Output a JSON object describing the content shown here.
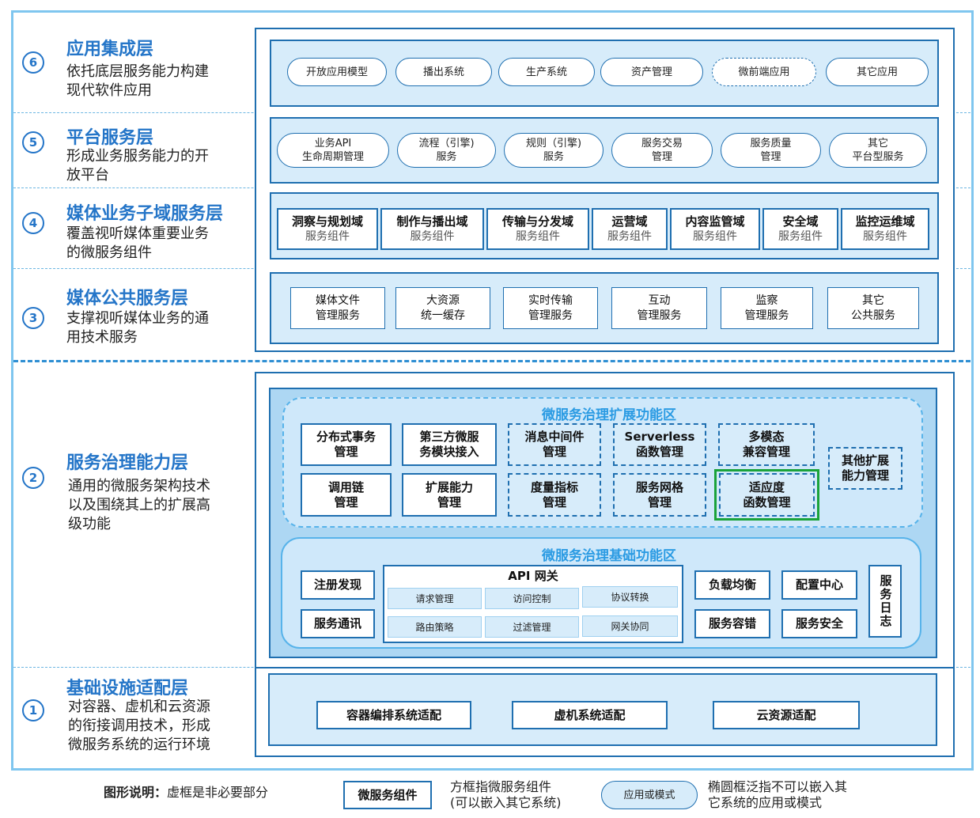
{
  "layers": [
    {
      "num": "6",
      "title": "应用集成层",
      "desc": [
        "依托底层服务能力构建",
        "现代软件应用"
      ]
    },
    {
      "num": "5",
      "title": "平台服务层",
      "desc": [
        "形成业务服务能力的开",
        "放平台"
      ]
    },
    {
      "num": "4",
      "title": "媒体业务子域服务层",
      "desc": [
        "覆盖视听媒体重要业务",
        "的微服务组件"
      ]
    },
    {
      "num": "3",
      "title": "媒体公共服务层",
      "desc": [
        "支撑视听媒体业务的通",
        "用技术服务"
      ]
    },
    {
      "num": "2",
      "title": "服务治理能力层",
      "desc": [
        "通用的微服务架构技术",
        "以及围绕其上的扩展高",
        "级功能"
      ]
    },
    {
      "num": "1",
      "title": "基础设施适配层",
      "desc": [
        "对容器、虚机和云资源",
        "的衔接调用技术，形成",
        "微服务系统的运行环境"
      ]
    }
  ],
  "app_layer": [
    "开放应用模型",
    "播出系统",
    "生产系统",
    "资产管理",
    "微前端应用",
    "其它应用"
  ],
  "platform_layer": [
    [
      "业务API",
      "生命周期管理"
    ],
    [
      "流程（引擎)",
      "服务"
    ],
    [
      "规则（引擎)",
      "服务"
    ],
    [
      "服务交易",
      "管理"
    ],
    [
      "服务质量",
      "管理"
    ],
    [
      "其它",
      "平台型服务"
    ]
  ],
  "domain_layer": [
    {
      "name": "洞察与规划域",
      "sub": "服务组件"
    },
    {
      "name": "制作与播出域",
      "sub": "服务组件"
    },
    {
      "name": "传输与分发域",
      "sub": "服务组件"
    },
    {
      "name": "运营域",
      "sub": "服务组件"
    },
    {
      "name": "内容监管域",
      "sub": "服务组件"
    },
    {
      "name": "安全域",
      "sub": "服务组件"
    },
    {
      "name": "监控运维域",
      "sub": "服务组件"
    }
  ],
  "public_layer": [
    [
      "媒体文件",
      "管理服务"
    ],
    [
      "大资源",
      "统一缓存"
    ],
    [
      "实时传输",
      "管理服务"
    ],
    [
      "互动",
      "管理服务"
    ],
    [
      "监察",
      "管理服务"
    ],
    [
      "其它",
      "公共服务"
    ]
  ],
  "ext_zone": {
    "title": "微服务治理扩展功能区",
    "items": [
      [
        "分布式事务",
        "管理"
      ],
      [
        "第三方微服",
        "务模块接入"
      ],
      [
        "消息中间件",
        "管理"
      ],
      [
        "Serverless",
        "函数管理"
      ],
      [
        "多模态",
        "兼容管理"
      ],
      [
        "调用链",
        "管理"
      ],
      [
        "扩展能力",
        "管理"
      ],
      [
        "度量指标",
        "管理"
      ],
      [
        "服务网格",
        "管理"
      ],
      [
        "适应度",
        "函数管理"
      ],
      [
        "其他扩展",
        "能力管理"
      ]
    ]
  },
  "base_zone": {
    "title": "微服务治理基础功能区",
    "left": [
      "注册发现",
      "服务通讯"
    ],
    "gateway_title": "API 网关",
    "gateway": [
      "请求管理",
      "访问控制",
      "协议转换",
      "路由策略",
      "过滤管理",
      "网关协同"
    ],
    "right": [
      "负载均衡",
      "配置中心",
      "服务容错",
      "服务安全"
    ],
    "log": "服务日志"
  },
  "infra_layer": [
    "容器编排系统适配",
    "虚机系统适配",
    "云资源适配"
  ],
  "legend": {
    "label": "图形说明：虚框是非必要部分",
    "box": "微服务组件",
    "box_desc": [
      "方框指微服务组件",
      "(可以嵌入其它系统)"
    ],
    "pill": "应用或模式",
    "pill_desc": [
      "椭圆框泛指不可以嵌入其",
      "它系统的应用或模式"
    ]
  },
  "colors": {
    "primary": "#2475c8",
    "border": "#1f6fb0",
    "fill": "#d7ecfa",
    "highlight": "#1aa33a"
  }
}
